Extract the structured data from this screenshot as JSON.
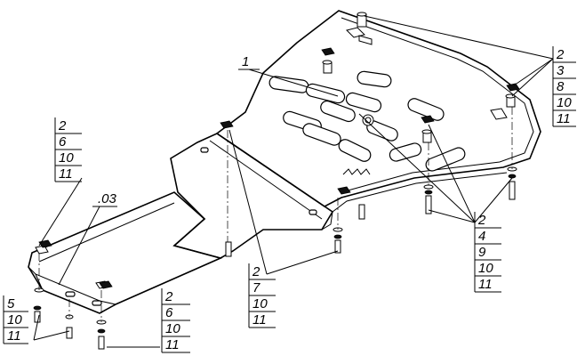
{
  "callouts": [
    {
      "id": "stack-top-right",
      "items": [
        "2",
        "3",
        "8",
        "10",
        "11"
      ]
    },
    {
      "id": "stack-left",
      "items": [
        "2",
        "6",
        "10",
        "11"
      ]
    },
    {
      "id": "stack-middle-bottom",
      "items": [
        "2",
        "7",
        "10",
        "11"
      ]
    },
    {
      "id": "stack-right-bottom",
      "items": [
        "2",
        "4",
        "9",
        "10",
        "11"
      ]
    },
    {
      "id": "stack-bottom-center",
      "items": [
        "2",
        "6",
        "10",
        "11"
      ]
    },
    {
      "id": "stack-bottom-left",
      "items": [
        "5",
        "10",
        "11"
      ]
    }
  ],
  "labels": {
    "main_plate": "1",
    "front_plate": ".03"
  }
}
